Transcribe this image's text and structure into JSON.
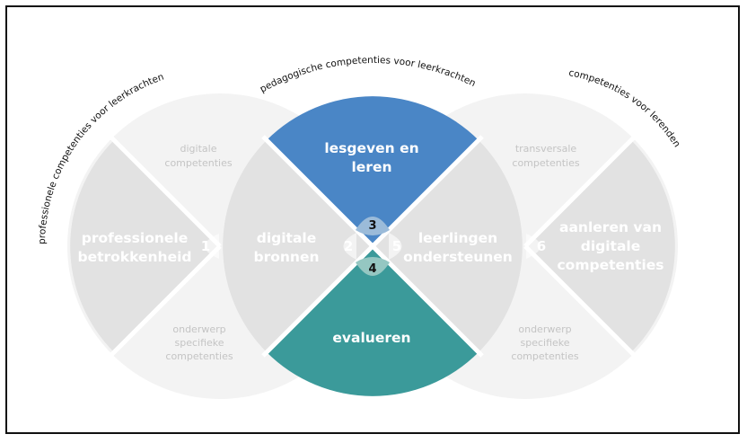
{
  "arc_titles": {
    "left": "professionele competenties voor leerkrachten",
    "center": "pedagogische competenties voor leerkrachten",
    "right": "competenties voor lerenden"
  },
  "segments": {
    "professionele_betrokkenheid": {
      "line1": "professionele",
      "line2": "betrokkenheid",
      "number": "1"
    },
    "digitale_bronnen": {
      "line1": "digitale",
      "line2": "bronnen",
      "number": "2"
    },
    "lesgeven_en_leren": {
      "line1": "lesgeven en",
      "line2": "leren",
      "number": "3"
    },
    "evalueren": {
      "line1": "evalueren",
      "number": "4"
    },
    "leerlingen_ondersteunen": {
      "line1": "leerlingen",
      "line2": "ondersteunen",
      "number": "5"
    },
    "aanleren_digitale_competenties": {
      "line1": "aanleren van",
      "line2": "digitale",
      "line3": "competenties",
      "number": "6"
    }
  },
  "small_labels": {
    "digitale_competenties": {
      "line1": "digitale",
      "line2": "competenties"
    },
    "onderwerp_left": {
      "line1": "onderwerp",
      "line2": "specifieke",
      "line3": "competenties"
    },
    "transversale": {
      "line1": "transversale",
      "line2": "competenties"
    },
    "onderwerp_right": {
      "line1": "onderwerp",
      "line2": "specifieke",
      "line3": "competenties"
    }
  },
  "colors": {
    "blue": "#4a86c6",
    "teal": "#3b9a9a",
    "light_grey": "#f3f3f3",
    "grey": "#e2e2e2",
    "tab_blue": "#9bbbd9",
    "tab_teal": "#95c7c2"
  }
}
